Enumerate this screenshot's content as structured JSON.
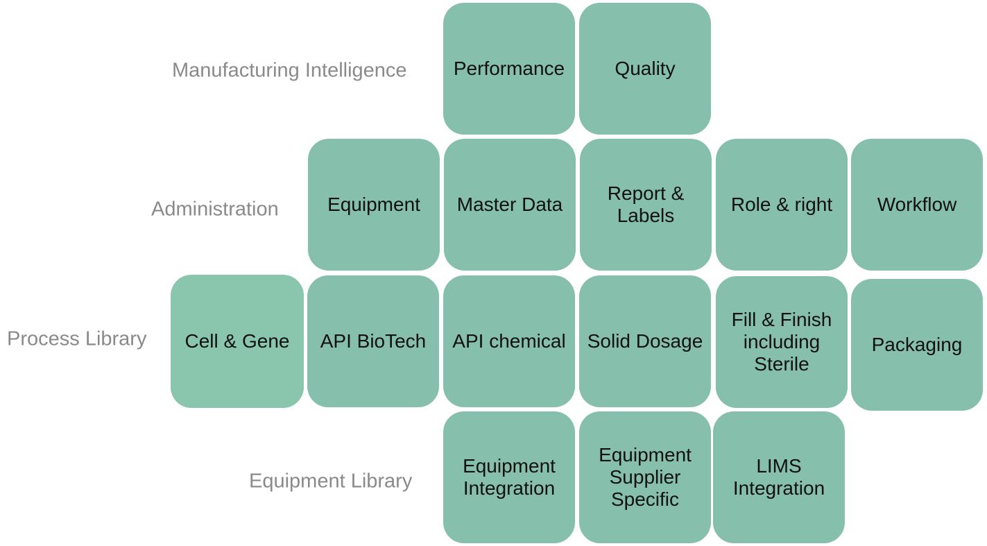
{
  "rows": {
    "manufacturing_intelligence": {
      "label": "Manufacturing Intelligence",
      "tiles": [
        "Performance",
        "Quality"
      ]
    },
    "administration": {
      "label": "Administration",
      "tiles": [
        "Equipment",
        "Master Data",
        "Report &\nLabels",
        "Role & right",
        "Workflow"
      ]
    },
    "process_library": {
      "label": "Process Library",
      "tiles": [
        "Cell  & Gene",
        "API BioTech",
        "API chemical",
        "Solid Dosage",
        "Fill  & Finish\nincluding\nSterile",
        "Packaging"
      ]
    },
    "equipment_library": {
      "label": "Equipment Library",
      "tiles": [
        "Equipment\nIntegration",
        "Equipment\nSupplier\nSpecific",
        "LIMS\nIntegration"
      ]
    }
  }
}
